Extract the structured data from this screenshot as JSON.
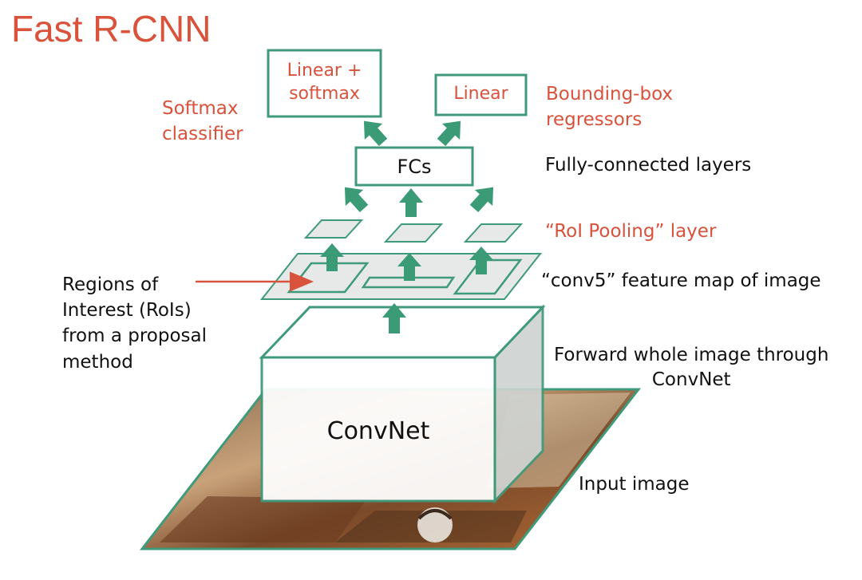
{
  "title": "Fast R-CNN",
  "colors": {
    "accent_red": "#d9523b",
    "green": "#3b9b77",
    "green_stroke": "#3f9a7a",
    "plane_fill": "#e7e9e8"
  },
  "boxes": {
    "linear_softmax": "Linear +\nsoftmax",
    "linear": "Linear",
    "fcs": "FCs",
    "convnet": "ConvNet"
  },
  "labels": {
    "softmax_classifier": "Softmax\nclassifier",
    "bbox_regressors": "Bounding-box\nregressors",
    "fc_layers": "Fully-connected layers",
    "roi_pooling": "“RoI Pooling” layer",
    "conv5": "“conv5” feature map of image",
    "rois": "Regions of\nInterest (RoIs)\nfrom a proposal\nmethod",
    "forward": "Forward whole image through\nConvNet",
    "input_image": "Input image"
  }
}
